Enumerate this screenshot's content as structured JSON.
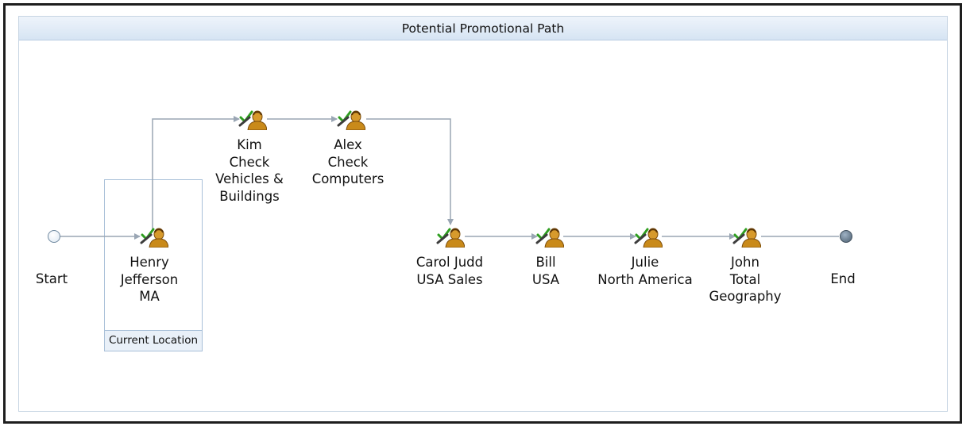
{
  "panel": {
    "title": "Potential Promotional Path"
  },
  "current_location": {
    "label": "Current Location"
  },
  "terminals": {
    "start": "Start",
    "end": "End"
  },
  "nodes": {
    "henry": {
      "lines": [
        "Henry",
        "Jefferson",
        "MA"
      ],
      "icon": "approver-check-icon"
    },
    "kim": {
      "lines": [
        "Kim",
        "Check",
        "Vehicles &",
        "Buildings"
      ],
      "icon": "approver-check-icon"
    },
    "alex": {
      "lines": [
        "Alex",
        "Check",
        "Computers"
      ],
      "icon": "approver-check-icon"
    },
    "carol": {
      "lines": [
        "Carol Judd",
        "USA Sales"
      ],
      "icon": "approver-check-icon"
    },
    "bill": {
      "lines": [
        "Bill",
        "USA"
      ],
      "icon": "approver-check-icon"
    },
    "julie": {
      "lines": [
        "Julie",
        "North America"
      ],
      "icon": "approver-check-icon"
    },
    "john": {
      "lines": [
        "John",
        "Total",
        "Geography"
      ],
      "icon": "approver-check-icon"
    }
  },
  "colors": {
    "connector": "#9aa6b4",
    "header_top": "#eef4fb",
    "header_bottom": "#d6e4f3",
    "check_green": "#2e9e1f",
    "person_gold": "#c98a1a"
  }
}
